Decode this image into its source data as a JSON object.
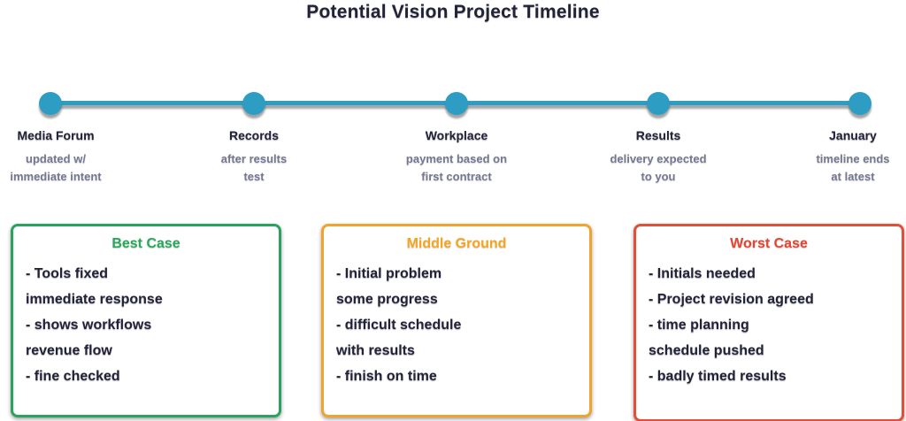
{
  "title": "Potential Vision Project Timeline",
  "colors": {
    "timeline": "#2d9dc4",
    "text_primary": "#232338",
    "text_secondary": "#75788f",
    "best_case": "#2aa35c",
    "middle_ground": "#f0a32e",
    "worst_case": "#e44f3a"
  },
  "timeline": {
    "milestones": [
      {
        "title": "Media Forum",
        "sub1": "updated w/",
        "sub2": "immediate intent"
      },
      {
        "title": "Records",
        "sub1": "after results",
        "sub2": "test"
      },
      {
        "title": "Workplace",
        "sub1": "payment based on",
        "sub2": "first contract"
      },
      {
        "title": "Results",
        "sub1": "delivery expected",
        "sub2": "to you"
      },
      {
        "title": "January",
        "sub1": "timeline ends",
        "sub2": "at latest"
      }
    ]
  },
  "scenarios": [
    {
      "label": "Best Case",
      "lines": [
        "- Tools fixed",
        "immediate response",
        "- shows workflows",
        "revenue flow",
        "- fine checked"
      ]
    },
    {
      "label": "Middle Ground",
      "lines": [
        "- Initial problem",
        "some progress",
        "- difficult schedule",
        "with results",
        "- finish on time"
      ]
    },
    {
      "label": "Worst Case",
      "lines": [
        "- Initials needed",
        "- Project revision agreed",
        "- time planning",
        "schedule pushed",
        "- badly timed results"
      ]
    }
  ]
}
